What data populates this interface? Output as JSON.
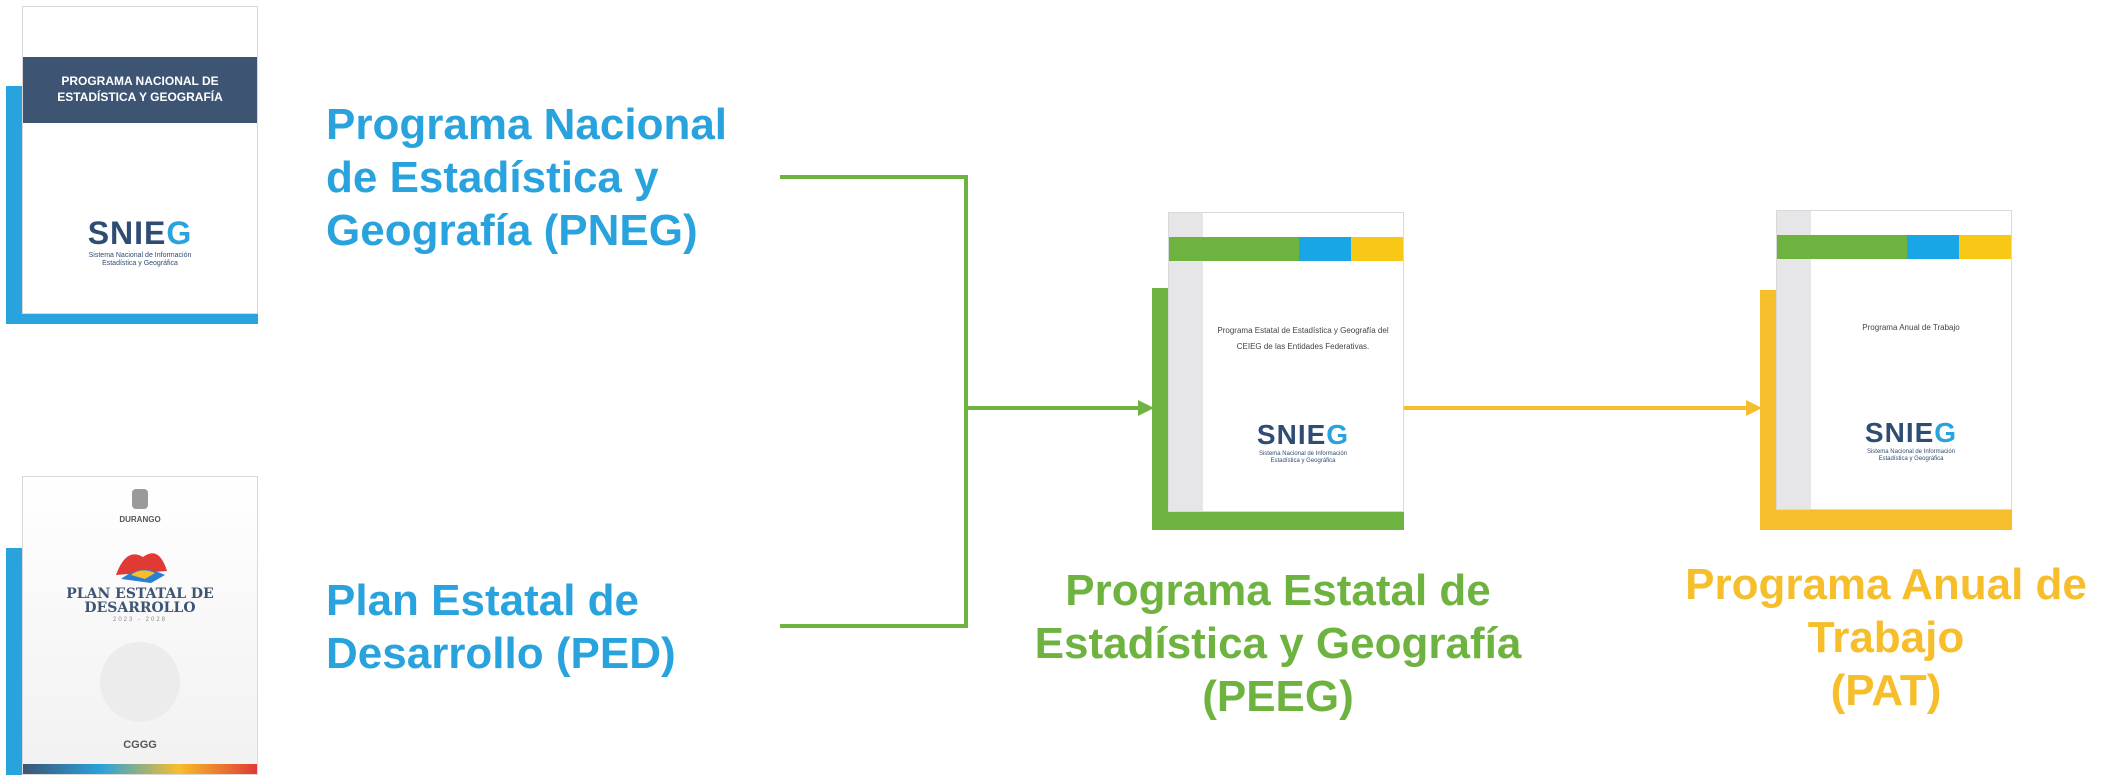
{
  "pneg": {
    "label_lines": [
      "Programa Nacional",
      "de Estadística y",
      "Geografía (PNEG)"
    ],
    "cover_title_lines": [
      "PROGRAMA NACIONAL DE",
      "ESTADÍSTICA Y GEOGRAFÍA"
    ],
    "logo": "SNIEG",
    "logo_sub_lines": [
      "Sistema Nacional de Información",
      "Estadística y Geográfica"
    ]
  },
  "ped": {
    "label_lines": [
      "Plan Estatal de",
      "Desarrollo (PED)"
    ],
    "cover_state": "DURANGO",
    "cover_title_lines": [
      "PLAN ESTATAL DE",
      "DESARROLLO"
    ],
    "cover_years": "2023 - 2028",
    "cover_footer": "CGGG"
  },
  "peeg": {
    "label_lines": [
      "Programa Estatal de",
      "Estadística y Geografía",
      "(PEEG)"
    ],
    "doc_text_lines": [
      "Programa Estatal de Estadística y Geografía del",
      "CEIEG de las Entidades Federativas."
    ],
    "logo": "SNIEG",
    "logo_sub_lines": [
      "Sistema Nacional de Información",
      "Estadística y Geográfica"
    ]
  },
  "pat": {
    "label_lines": [
      "Programa Anual de",
      "Trabajo",
      "(PAT)"
    ],
    "doc_text": "Programa Anual de Trabajo",
    "logo": "SNIEG",
    "logo_sub_lines": [
      "Sistema Nacional de Información",
      "Estadística y Geográfica"
    ]
  },
  "colors": {
    "blue": "#29a3dd",
    "green": "#6eb33f",
    "yellow": "#f7be2b",
    "navy": "#3d5573"
  }
}
